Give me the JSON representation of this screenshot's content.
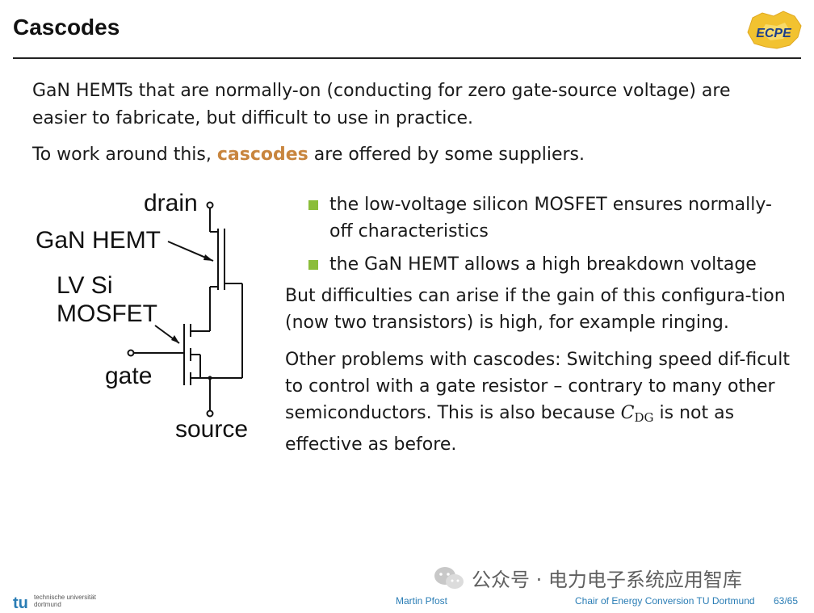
{
  "slide": {
    "title": "Cascodes"
  },
  "intro": {
    "p1": "GaN HEMTs that are normally-on (conducting for zero gate-source voltage) are easier to fabricate, but difficult to use in practice.",
    "p2_before": "To work around this, ",
    "p2_highlight": "cascodes",
    "p2_after": " are offered by some suppliers."
  },
  "circuit": {
    "label_drain": "drain",
    "label_gan": "GaN HEMT",
    "label_lv": "LV Si",
    "label_mosfet": "MOSFET",
    "label_gate": "gate",
    "label_source": "source"
  },
  "bullets": [
    {
      "text": "the low-voltage silicon MOSFET ensures normally-off characteristics"
    },
    {
      "text": "the GaN HEMT allows a high breakdown voltage"
    }
  ],
  "body": {
    "p3": "But difficulties can arise if the gain of this configura-tion (now two transistors) is high, for example ringing.",
    "p4_text": "Other problems with cascodes: Switching speed dif-ficult to control with a gate resistor – contrary to many other semiconductors. This is also because ",
    "p4_symbol": "C",
    "p4_subscript": "DG",
    "p4_end": " is not as effective as before."
  },
  "logo": {
    "text": "ECPE"
  },
  "footer": {
    "tu_mark": "tu",
    "tu_line1": "technische universität",
    "tu_line2": "dortmund",
    "author": "Martin Pfost",
    "chair": "Chair of Energy Conversion TU Dortmund",
    "page": "63/65"
  },
  "watermark": {
    "text": "公众号 · 电力电子系统应用智库"
  },
  "colors": {
    "highlight": "#c8853e",
    "bullet": "#8bbd3a",
    "footer_text": "#2a7db5"
  }
}
